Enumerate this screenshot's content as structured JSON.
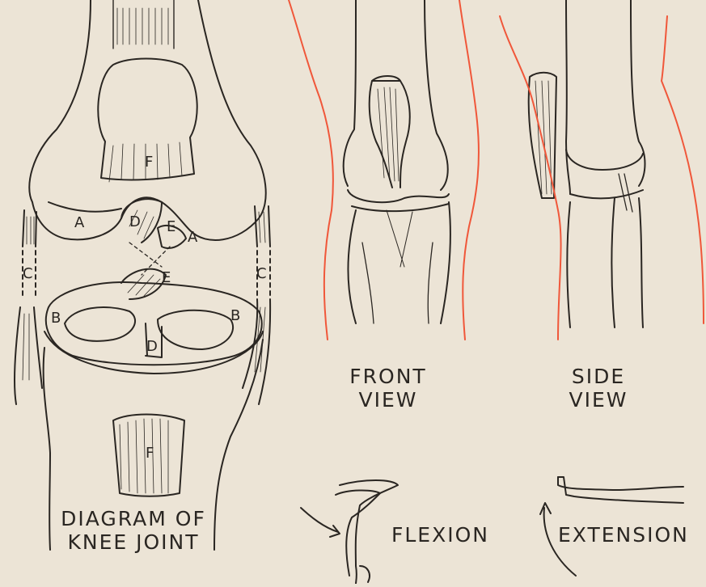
{
  "captions": {
    "diagram_line1": "DIAGRAM OF",
    "diagram_line2": "KNEE JOINT",
    "front_line1": "FRONT",
    "front_line2": "VIEW",
    "side_line1": "SIDE",
    "side_line2": "VIEW",
    "flexion": "FLEXION",
    "extension": "EXTENSION"
  },
  "labels": {
    "A": "A",
    "B": "B",
    "C": "C",
    "D": "D",
    "E": "E",
    "F": "F"
  },
  "colors": {
    "background": "#ece4d6",
    "ink": "#2a2622",
    "outline": "#f0573a"
  }
}
